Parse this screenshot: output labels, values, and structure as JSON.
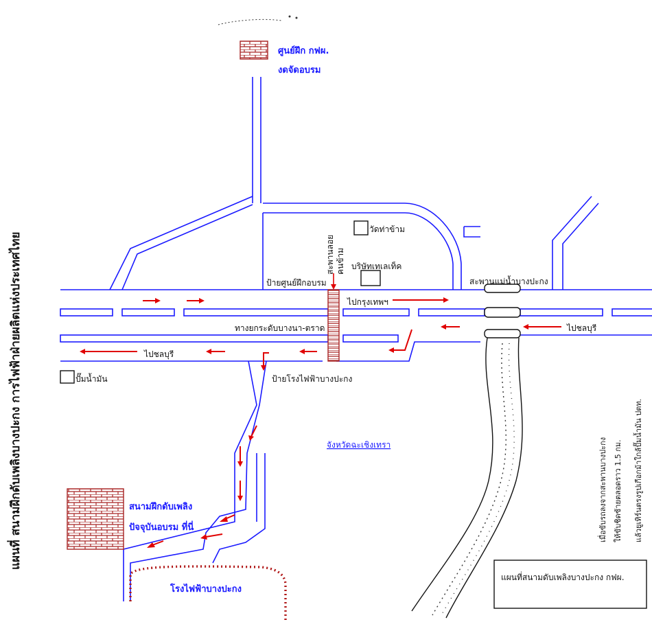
{
  "title": "แผนที่ สนามฝึกดับเพลิงบางปะกง   การไฟฟ้าฝ่ายผลิตแห่งประเทศไทย",
  "training_center": {
    "line1": "ศูนย์ฝึก กฟผ.",
    "line2": "งดจัดอบรม"
  },
  "fire_ground": {
    "line1": "สนามฝึกดับเพลิง",
    "line2": "ปัจจุบันอบรม ที่นี่"
  },
  "labels": {
    "wat": "วัดท่าข้าม",
    "company": "บริษัทเทเลเท็ค",
    "bus_stop_center": "ป้ายศูนย์ฝึกอบรม",
    "footbridge_line1": "สะพานลอย",
    "footbridge_line2": "คนข้าม",
    "river_bridge": "สะพานแม่น้ำบางปะกง",
    "to_bangkok": "ไปกรุงเทพฯ",
    "to_chonburi_right": "ไปชลบุรี",
    "elevated_road": "ทางยกระดับบางนา-ตราด",
    "to_chonburi_left": "ไปชลบุรี",
    "gas_station": "ปั๊มน้ำมัน",
    "bus_stop_power_plant": "ป้ายโรงไฟฟ้าบางปะกง",
    "province": "จังหวัดฉะเชิงเทรา",
    "power_plant": "โรงไฟฟ้าบางปะกง"
  },
  "directions": {
    "line1": "เมื่อขับรถลงจากสะพานบางปะกง",
    "line2": "ให้ขับชิดซ้ายตลอดราว  1.5  กม.",
    "line3": "แล้วยูเทิร์นตรงรูปเกือกม้าใกล้ปั๊มน้ำมัน  ปตท."
  },
  "legend_box": "แผนที่สนามดับเพลิงบางปะกง กฟผ.",
  "colors": {
    "road": "#1a1aff",
    "arrow": "#e00000",
    "brick": "#a82424",
    "boundary": "#b01818"
  }
}
